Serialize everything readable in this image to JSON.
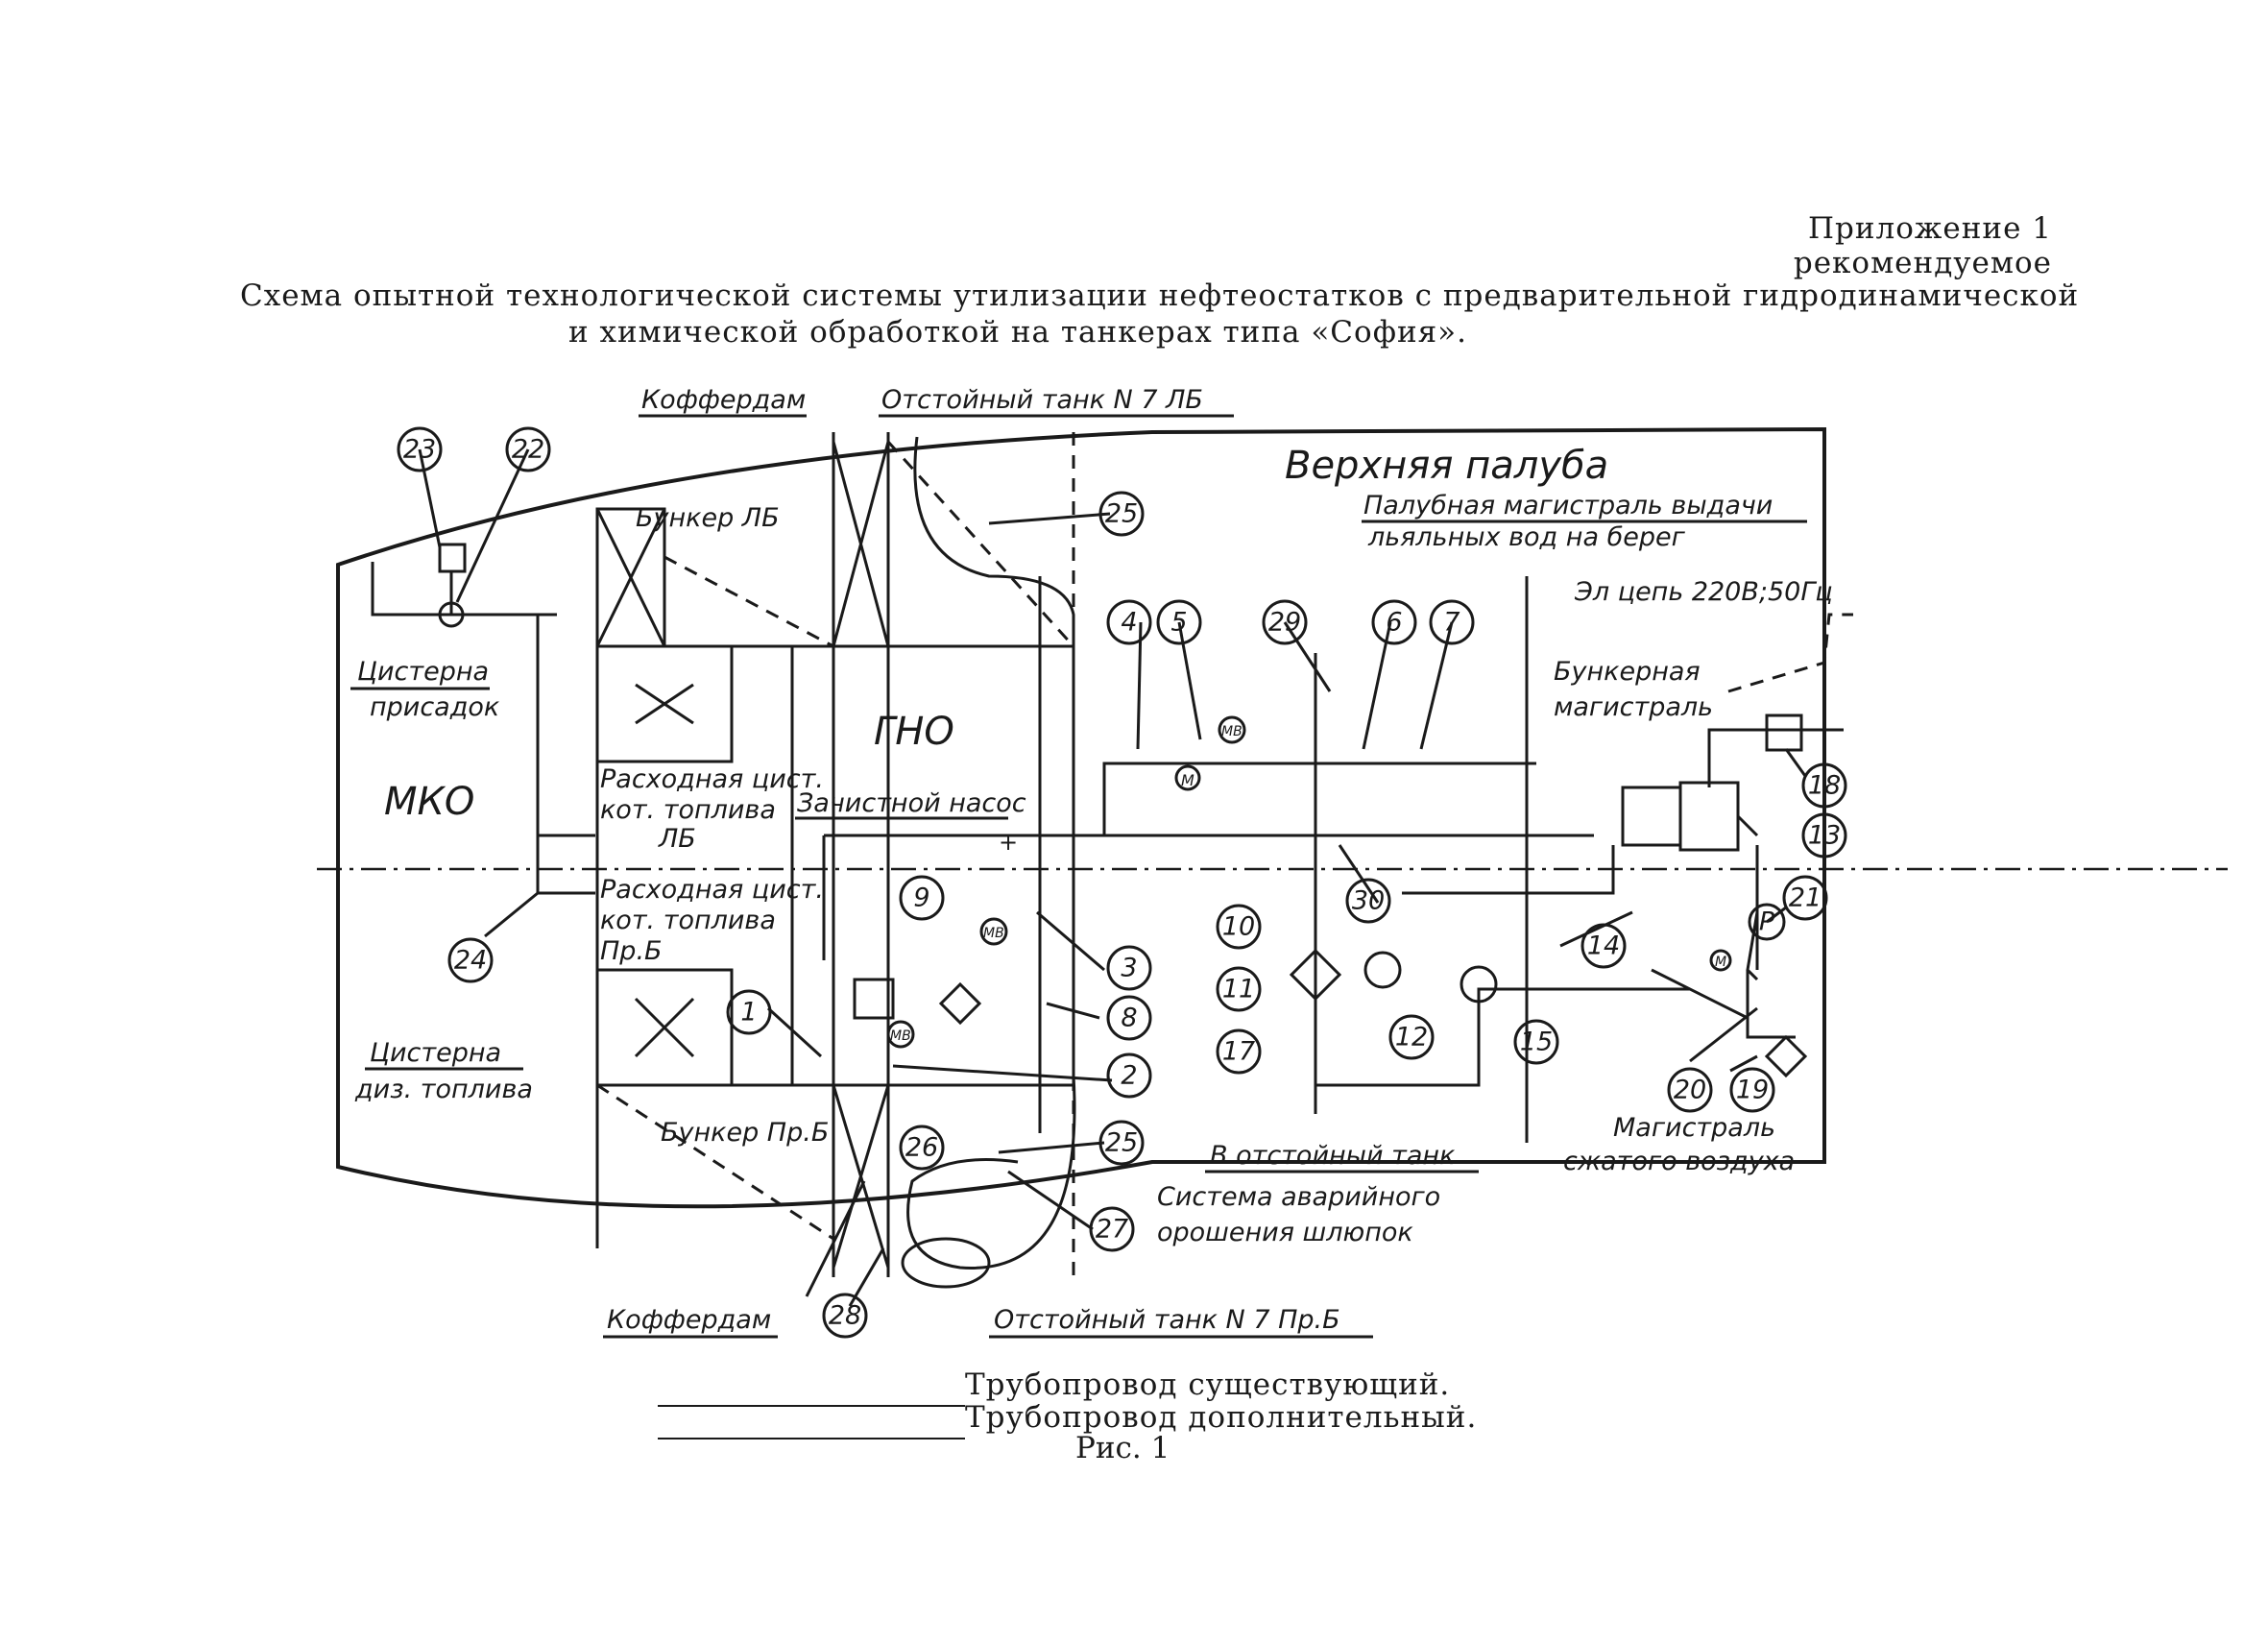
{
  "header": {
    "appendix": "Приложение 1",
    "recommended": "рекомендуемое",
    "title_line1": "Схема опытной технологической системы утилизации нефтеостатков  с предварительной  гидродинамической",
    "title_line2": "и химической обработкой на танкерах типа «София»."
  },
  "zones": {
    "kofferdam_top": "Коффердам",
    "settling_tank_lb": "Отстойный танк N 7 ЛБ",
    "upper_deck": "Верхняя палуба",
    "deck_line_1": "Палубная магистраль выдачи",
    "deck_line_2": "льяльных вод на берег",
    "power_circuit": "Эл цепь 220В;50Гц",
    "bunker_line_1": "Бункерная",
    "bunker_line_2": "магистраль",
    "bunker_lb": "Бункер ЛБ",
    "gno": "ГНО",
    "mko": "МКО",
    "additives_tank_1": "Цистерна",
    "additives_tank_2": "присадок",
    "service_tank_lb_1": "Расходная цист.",
    "service_tank_lb_2": "кот. топлива",
    "service_tank_lb_3": "ЛБ",
    "stripping_pump": "Зачистной насос",
    "service_tank_pb_1": "Расходная цист.",
    "service_tank_pb_2": "кот. топлива",
    "service_tank_pb_3": "Пр.Б",
    "diesel_tank_1": "Цистерна",
    "diesel_tank_2": "диз. топлива",
    "bunker_pb": "Бункер Пр.Б",
    "to_settling_tank": "В отстойный танк",
    "emergency_1": "Система аварийного",
    "emergency_2": "орошения шлюпок",
    "air_line_1": "Магистраль",
    "air_line_2": "сжатого воздуха",
    "kofferdam_bottom": "Коффердам",
    "settling_tank_pb": "Отстойный танк N 7 Пр.Б",
    "gauge_m": "М",
    "gauge_mv": "МВ",
    "plus": "+",
    "pressure": "Р"
  },
  "callouts": [
    "1",
    "2",
    "3",
    "4",
    "5",
    "6",
    "7",
    "8",
    "9",
    "10",
    "11",
    "12",
    "13",
    "14",
    "15",
    "17",
    "18",
    "19",
    "20",
    "21",
    "22",
    "23",
    "24",
    "25",
    "25",
    "26",
    "27",
    "28",
    "29",
    "30"
  ],
  "legend": {
    "existing": "Трубопровод существующий.",
    "additional": "Трубопровод  дополнительный."
  },
  "caption": "Рис. 1"
}
